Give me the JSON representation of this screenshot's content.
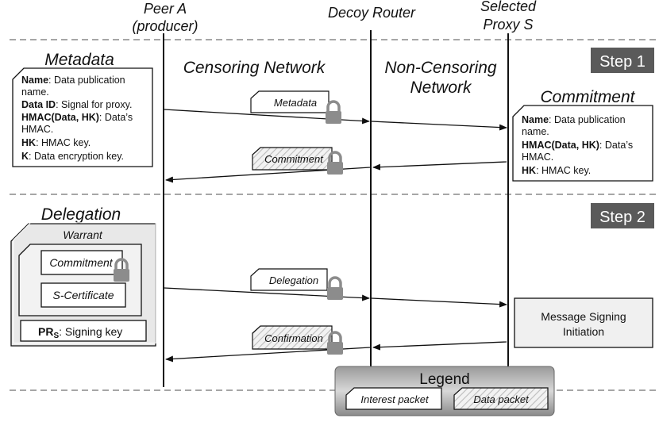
{
  "columns": {
    "peer_a_line1": "Peer A",
    "peer_a_line2": "(producer)",
    "decoy_router": "Decoy Router",
    "proxy_line1": "Selected",
    "proxy_line2": "Proxy S"
  },
  "regions": {
    "censoring": "Censoring Network",
    "non_censoring_line1": "Non-Censoring",
    "non_censoring_line2": "Network"
  },
  "steps": {
    "step1": "Step 1",
    "step2": "Step 2"
  },
  "metadata_box": {
    "title": "Metadata",
    "name_key": "Name",
    "name_val_line1": ": Data publication",
    "name_val_line2": "name.",
    "dataid_key": "Data ID",
    "dataid_val": ": Signal for proxy.",
    "hmac_key": "HMAC(Data, HK)",
    "hmac_val_line1": ": Data’s",
    "hmac_val_line2": "HMAC.",
    "hk_key": "HK",
    "hk_val": ": HMAC key.",
    "k_key": "K",
    "k_val": ": Data  encryption key."
  },
  "commitment_box": {
    "title": "Commitment",
    "name_key": "Name",
    "name_val_line1": ": Data publication",
    "name_val_line2": "name.",
    "hmac_key": "HMAC(Data, HK)",
    "hmac_val_line1": ": Data’s",
    "hmac_val_line2": "HMAC.",
    "hk_key": "HK",
    "hk_val": ": HMAC key."
  },
  "delegation_box": {
    "title": "Delegation",
    "warrant": "Warrant",
    "commitment": "Commitment",
    "s_certificate": "S-Certificate",
    "prs_key": "PR",
    "prs_sub": "S",
    "prs_val": ": Signing key"
  },
  "messages": {
    "metadata": "Metadata",
    "commitment": "Commitment",
    "delegation": "Delegation",
    "confirmation": "Confirmation"
  },
  "signing_box": {
    "line1": "Message Signing",
    "line2": "Initiation"
  },
  "legend": {
    "title": "Legend",
    "interest": "Interest packet",
    "data": "Data packet"
  },
  "colors": {
    "step_bg": "#5a5a5a",
    "lock": "#8c8c8c",
    "panel": "#e8e8e8"
  }
}
